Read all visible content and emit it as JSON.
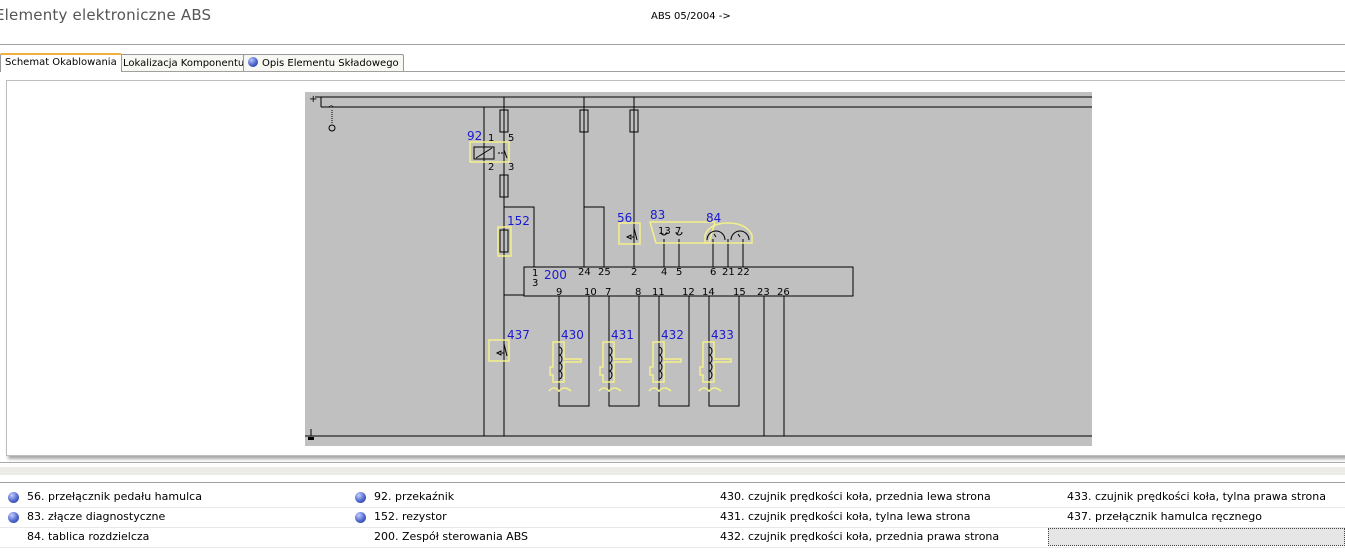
{
  "header": {
    "title": "Elementy elektroniczne ABS",
    "subtitle": "ABS 05/2004 ->"
  },
  "tabs": [
    {
      "label": "Schemat Okablowania",
      "active": true,
      "icon": null
    },
    {
      "label": "Lokalizacja Komponentu",
      "active": false,
      "icon": null
    },
    {
      "label": "Opis Elementu Składowego",
      "active": false,
      "icon": "info-icon"
    }
  ],
  "diagram": {
    "supply_label": "+",
    "components": {
      "c92": "92",
      "c152": "152",
      "c56": "56",
      "c83": "83",
      "c84": "84",
      "c200": "200",
      "c437": "437",
      "c430": "430",
      "c431": "431",
      "c432": "432",
      "c433": "433"
    },
    "relay_pins": {
      "p1": "1",
      "p2": "2",
      "p3": "3",
      "p5": "5"
    },
    "connector_83_pins": {
      "a": "13",
      "b": "7"
    },
    "ecu_top_pins": [
      "1",
      "24",
      "25",
      "2",
      "4",
      "5",
      "6",
      "21",
      "22"
    ],
    "ecu_left_pin": "3",
    "ecu_bottom_pins": [
      "9",
      "10",
      "7",
      "8",
      "11",
      "12",
      "14",
      "15",
      "23",
      "26"
    ]
  },
  "legend": {
    "col1": [
      {
        "text": "56. przełącznik pedału hamulca",
        "info": true
      },
      {
        "text": "83. złącze diagnostyczne",
        "info": true
      },
      {
        "text": "84. tablica rozdzielcza",
        "info": false
      }
    ],
    "col2": [
      {
        "text": "92. przekaźnik",
        "info": true
      },
      {
        "text": "152. rezystor",
        "info": true
      },
      {
        "text": "200. Zespół sterowania ABS",
        "info": false
      }
    ],
    "col3": [
      {
        "text": "430. czujnik prędkości koła, przednia lewa strona",
        "info": false
      },
      {
        "text": "431. czujnik prędkości koła, tylna lewa strona",
        "info": false
      },
      {
        "text": "432. czujnik prędkości koła, przednia prawa strona",
        "info": false
      }
    ],
    "col4": [
      {
        "text": "433. czujnik prędkości koła, tylna prawa strona",
        "info": false
      },
      {
        "text": "437. przełącznik hamulca ręcznego",
        "info": false
      }
    ]
  }
}
